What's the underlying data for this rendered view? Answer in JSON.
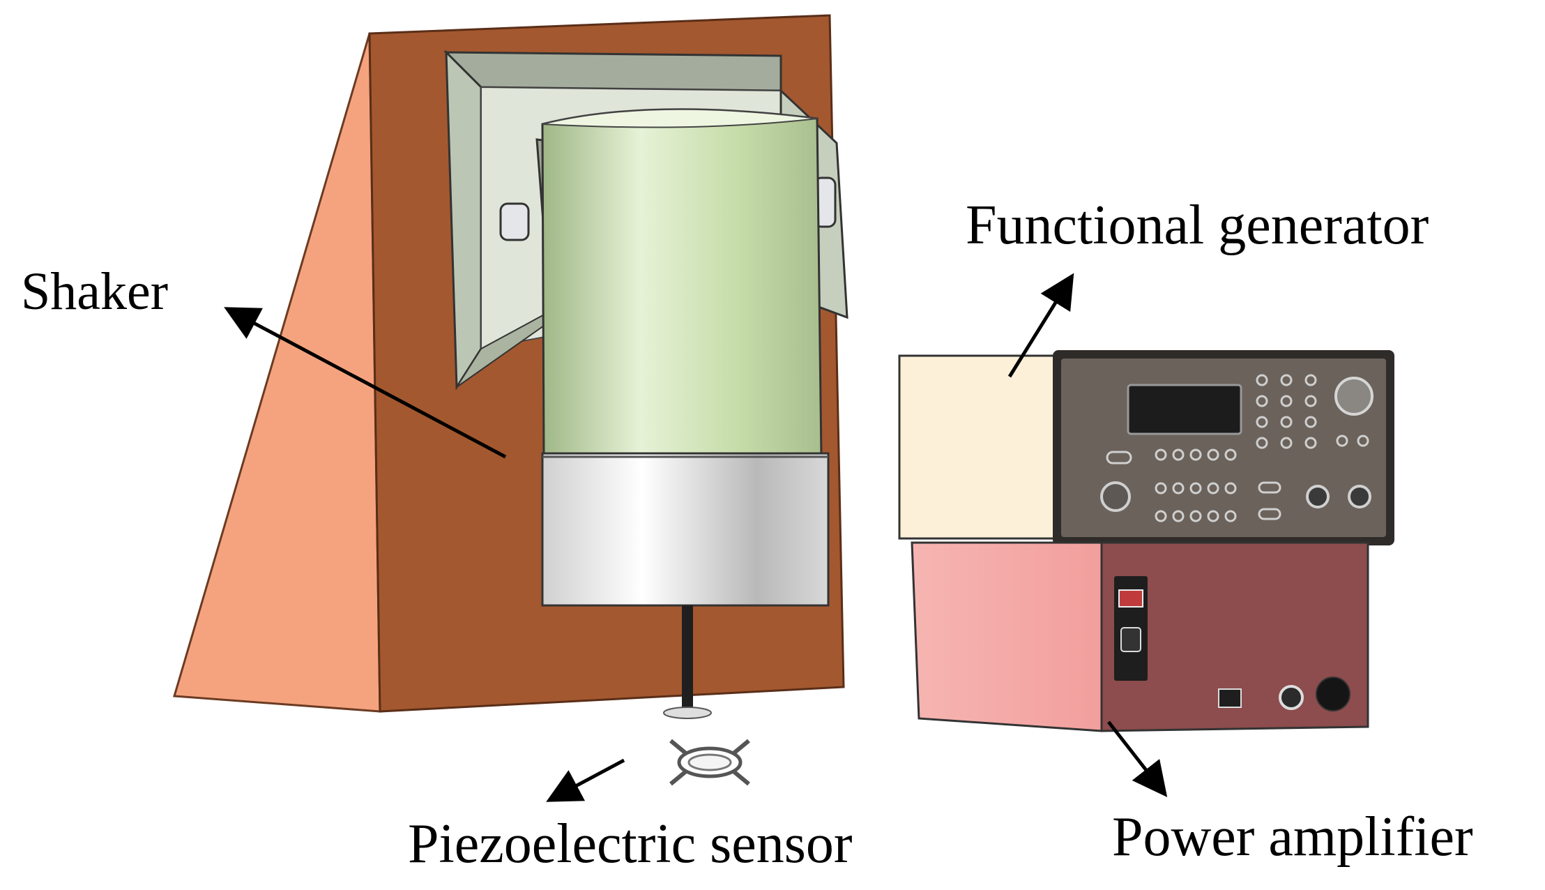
{
  "labels": {
    "shaker": "Shaker",
    "functional_generator": "Functional generator",
    "piezoelectric_sensor": "Piezoelectric sensor",
    "power_amplifier": "Power amplifier"
  },
  "colors": {
    "stand_front": "#a4582f",
    "stand_side": "#f4a07e",
    "bracket": "#cfd8c7",
    "shaker_body": "#cfe3b4",
    "shaker_base": "#d6d6d6",
    "generator_body": "#fdf1d8",
    "generator_panel": "#6b625b",
    "amplifier_side": "#f8adab",
    "amplifier_front": "#8d4c4d",
    "arrow": "#000000"
  }
}
